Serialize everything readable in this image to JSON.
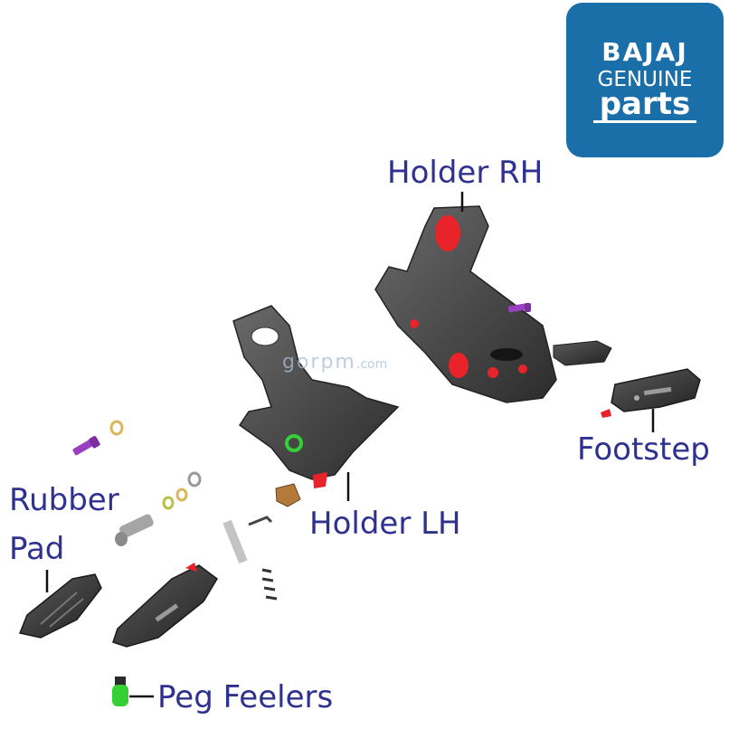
{
  "logo": {
    "brand": "BAJAJ",
    "genuine": "GENUINE",
    "parts": "parts"
  },
  "watermark": {
    "main": "gorpm",
    "suffix": ".com"
  },
  "labels": {
    "holder_rh": "Holder RH",
    "footstep": "Footstep",
    "holder_lh": "Holder LH",
    "rubber_pad_line1": "Rubber",
    "rubber_pad_line2": "Pad",
    "peg_feelers": "Peg Feelers"
  },
  "colors": {
    "label_text": "#2e3190",
    "badge_bg": "#1a6fa8",
    "part_dark": "#3a3a3a",
    "part_highlight": "#e8242a",
    "bolt_purple": "#9a3fc2",
    "washer_gold": "#d8b85a",
    "feeler_green": "#35d035",
    "bracket_bronze": "#b47a3c"
  }
}
